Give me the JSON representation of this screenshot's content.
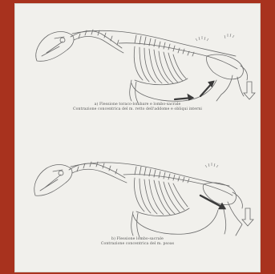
{
  "figures": [
    {
      "id": "a",
      "caption_line1": "a) Flessione toraco-lombare e lombo-sacrale",
      "caption_line2": "Contrazione concentrica del m. retto dell'addome e obliqui interni"
    },
    {
      "id": "b",
      "caption_line1": "b) Flessione lombo-sacrale",
      "caption_line2": "Contrazione concentrica del m. psoas"
    }
  ],
  "colors": {
    "background": "#a8321e",
    "paper": "#f1f0ec",
    "ink": "#555555",
    "arrow": "#3a3a3a"
  }
}
